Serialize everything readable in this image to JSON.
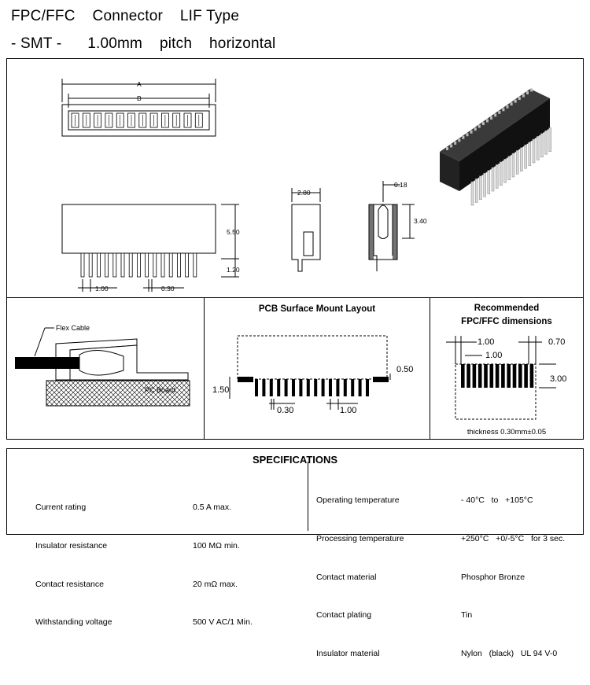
{
  "heading": {
    "line1": "FPC/FFC    Connector    LIF Type",
    "line2": "- SMT -      1.00mm    pitch    horizontal"
  },
  "drawing": {
    "dim_a": "A",
    "dim_b": "B",
    "h_550": "5.50",
    "h_120": "1.20",
    "pitch_100": "1.00",
    "width_030": "0.30",
    "side_280": "2.80",
    "sect_018": "0.18",
    "sect_340": "3.40"
  },
  "cable_view": {
    "flex_label": "Flex Cable",
    "board_label": "PC Board"
  },
  "layout": {
    "title": "PCB   Surface Mount Layout",
    "dim_050": "0.50",
    "dim_150": "1.50",
    "dim_030": "0.30",
    "dim_100": "1.00"
  },
  "ffc": {
    "title1": "Recommended",
    "title2": "FPC/FFC dimensions",
    "dim_100a": "1.00",
    "dim_070": "0.70",
    "dim_100b": "1.00",
    "dim_300": "3.00",
    "thickness": "thickness 0.30mm±0.05"
  },
  "specs": {
    "title": "SPECIFICATIONS",
    "left": [
      {
        "label": "Current rating",
        "value": "0.5 A max."
      },
      {
        "label": "Insulator resistance",
        "value": "100 MΩ min."
      },
      {
        "label": "Contact resistance",
        "value": "20 mΩ max."
      },
      {
        "label": "Withstanding voltage",
        "value": "500 V AC/1 Min."
      }
    ],
    "right": [
      {
        "label": "Operating temperature",
        "value": "- 40°C   to   +105°C"
      },
      {
        "label": "Processing temperature",
        "value": "+250°C   +0/-5°C   for 3 sec."
      },
      {
        "label": "Contact material",
        "value": "Phosphor Bronze"
      },
      {
        "label": "Contact plating",
        "value": "Tin"
      },
      {
        "label": "Insulator material",
        "value": "Nylon   (black)   UL 94 V-0"
      }
    ]
  }
}
